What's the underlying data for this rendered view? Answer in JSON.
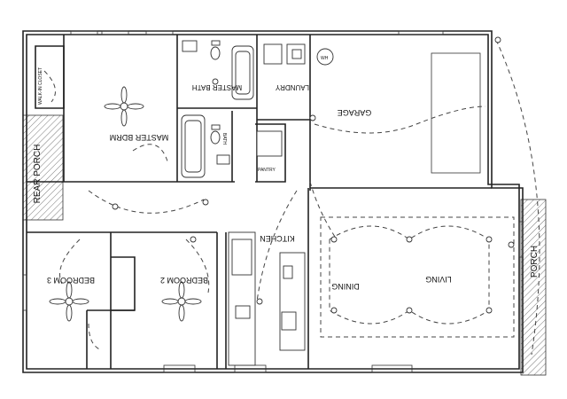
{
  "rooms": {
    "walk_in_closet": "WALK-IN CLOSET",
    "master_bath": "MASTER BATH",
    "master_bdrm": "MASTER BDRM",
    "laundry": "LAUNDRY",
    "garage": "GARAGE",
    "rear_porch": "REAR PORCH",
    "kitchen": "KITCHEN",
    "pantry": "PANTRY",
    "bedroom3": "BEDROOM 3",
    "bedroom2": "BEDROOM 2",
    "dining": "DINING",
    "living": "LIVING",
    "porch": "PORCH",
    "bath2": "BATH",
    "water_heater": "WH"
  },
  "colors": {
    "line": "#222222",
    "background": "#ffffff",
    "hatch": "#555555"
  },
  "icons": [
    "ceiling-fan-icon",
    "light-fixture-icon",
    "switch-icon",
    "outlet-icon"
  ]
}
